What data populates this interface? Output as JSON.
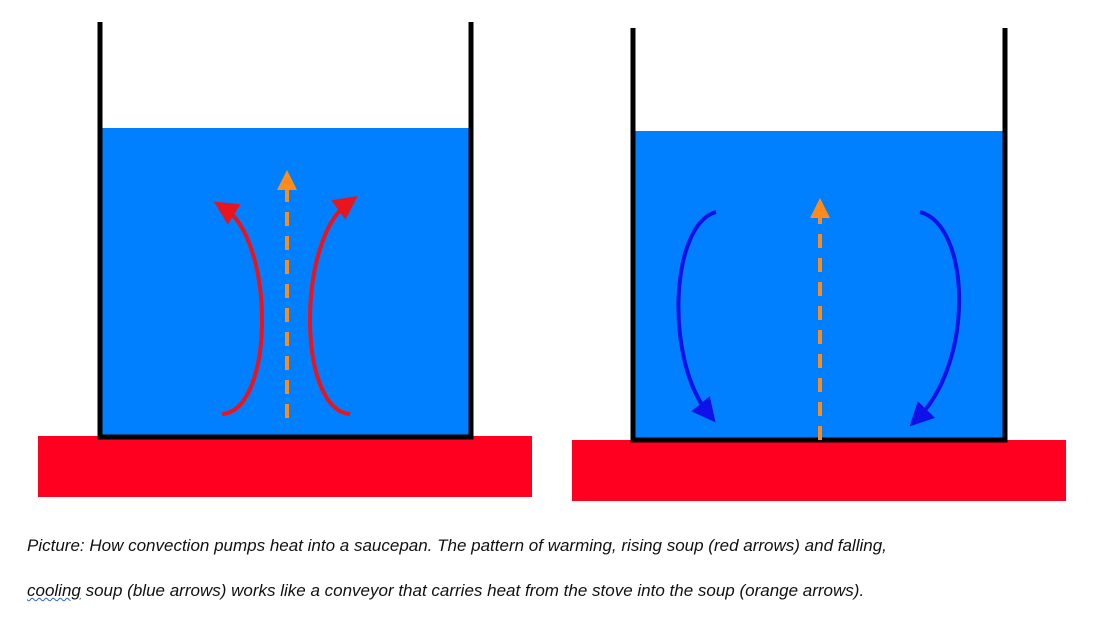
{
  "colors": {
    "soup": "#0080ff",
    "stove": "#ff0020",
    "pan": "#000000",
    "rising": "#e8141e",
    "falling": "#1010e8",
    "heat": "#ff8c1a"
  },
  "caption": {
    "line1": "Picture: How convection pumps heat into a saucepan. The pattern of warming, rising soup (red arrows) and falling,",
    "line2_word1": "cooling",
    "line2_rest": " soup (blue arrows) works like a conveyor that carries heat from the stove into the soup (orange arrows)."
  }
}
